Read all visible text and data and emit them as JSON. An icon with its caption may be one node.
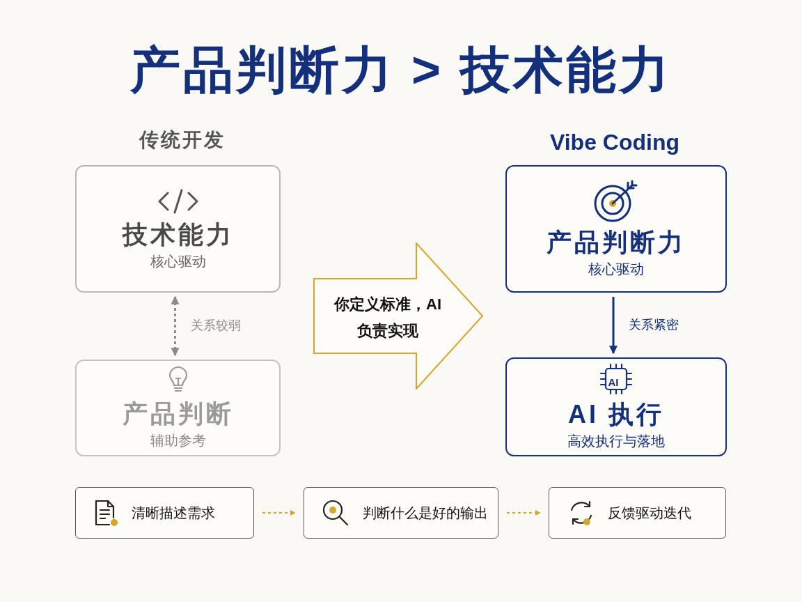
{
  "diagram": {
    "title": "产品判断力 > 技术能力",
    "nodes": [
      {
        "text": [
          "技术能力",
          "核心驱动"
        ]
      },
      {
        "text": [
          "产品判断",
          "辅助参考"
        ]
      },
      {
        "text": [
          "你定义标准，AI 负责实现"
        ]
      },
      {
        "text": [
          "产品判断力",
          "核心驱动"
        ]
      },
      {
        "text": [
          "AI 执行",
          "高效执行与落地"
        ]
      },
      {
        "text": [
          "清晰描述需求"
        ]
      },
      {
        "text": [
          "判断什么是好的输出"
        ]
      },
      {
        "text": [
          "反馈驱动迭代"
        ]
      }
    ],
    "edges": [
      {
        "from": 0,
        "to": 1,
        "arrow": "both",
        "label": "关系较弱",
        "style": "dashed",
        "color": "#8a8a8a"
      },
      {
        "from": 3,
        "to": 4,
        "arrow": "to",
        "label": "关系紧密",
        "color": "#14307a"
      },
      {
        "from": 5,
        "to": 6,
        "arrow": "to",
        "style": "dashed"
      },
      {
        "from": 6,
        "to": 7,
        "arrow": "to",
        "style": "dashed"
      }
    ],
    "labels": [
      "传统开发",
      "Vibe Coding",
      "AI"
    ]
  }
}
